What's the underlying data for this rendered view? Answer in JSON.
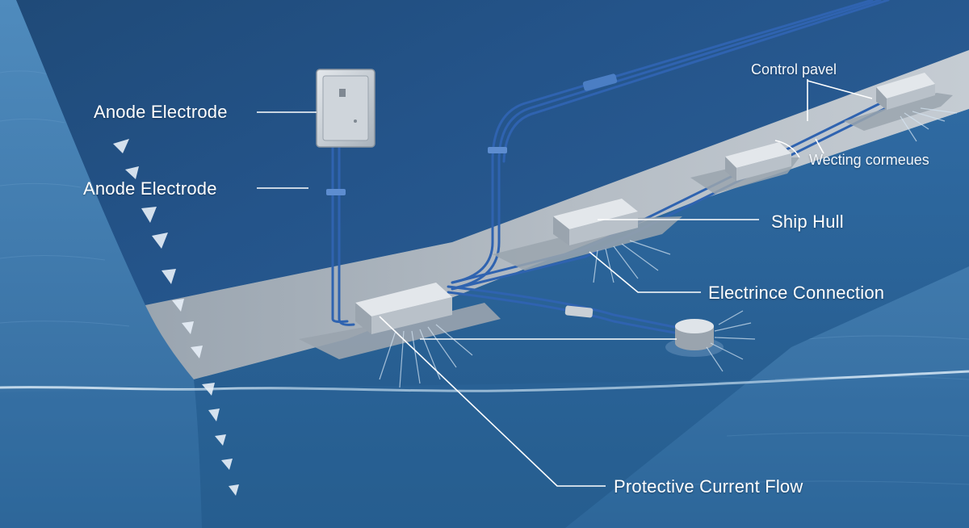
{
  "labels": {
    "anode_electrode_1": "Anode Electrode",
    "anode_electrode_2": "Anode Electrode",
    "control_panel": "Control pavel",
    "wecting_cormeues": "Wecting cormeues",
    "ship_hull": "Ship Hull",
    "electrince_connection": "Electrince Connection",
    "protective_current_flow": "Protective Current Flow"
  },
  "colors": {
    "sea": "#3c76a8",
    "hull_dark": "#234f7e",
    "hull_band": "#a8b1ba",
    "cable": "#2f63b0",
    "leader": "#ffffff"
  }
}
